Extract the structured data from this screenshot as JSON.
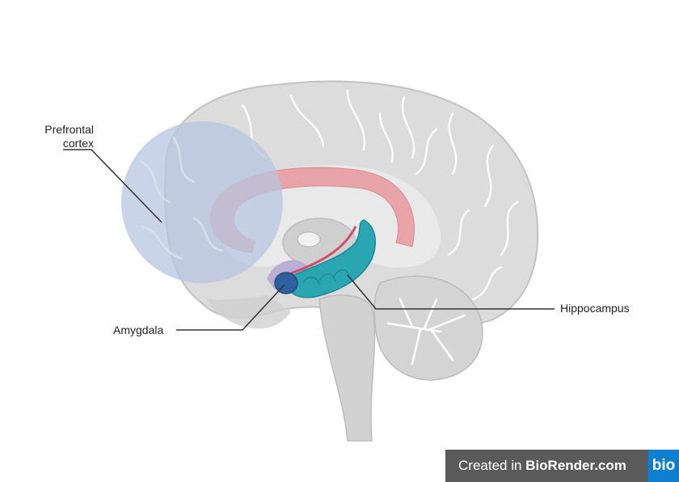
{
  "labels": {
    "prefrontal_line1": "Prefrontal",
    "prefrontal_line2": "cortex",
    "amygdala": "Amygdala",
    "hippocampus": "Hippocampus"
  },
  "credit": {
    "prefix": "Created in ",
    "brand": "BioRender.com",
    "logo": "bio"
  },
  "colors": {
    "brain_fill": "#d9d9d9",
    "prefrontal_highlight": "#b7c6e0",
    "corpus_callosum": "#e8a4a8",
    "hippocampus": "#2aa6b2",
    "amygdala": "#2f5f9e",
    "credit_bar": "#5a5a5a",
    "logo_blue": "#0e7fcf"
  }
}
